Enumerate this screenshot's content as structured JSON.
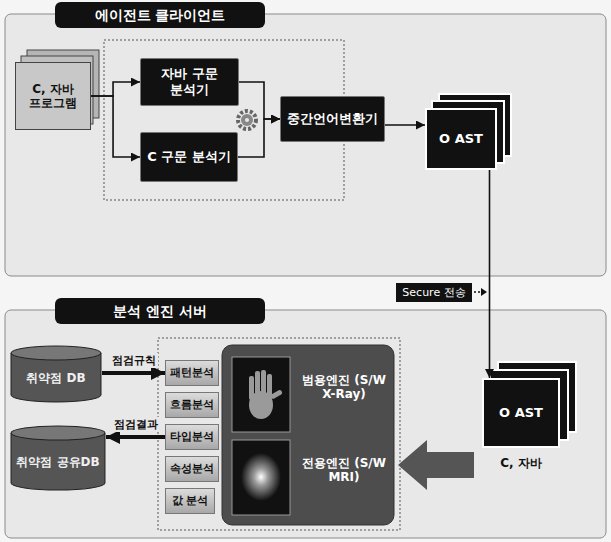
{
  "diagram": {
    "nodes": [
      {
        "text": [
          "에이전트 클라이언트"
        ]
      },
      {
        "text": [
          "C, 자바 프로그램"
        ],
        "in": 0
      },
      {
        "text": [
          "자바 구문 분석기"
        ],
        "in": 0
      },
      {
        "text": [
          "C 구문 분석기"
        ],
        "in": 0
      },
      {
        "text": [
          "중간언어변환기"
        ],
        "in": 0
      },
      {
        "text": [
          "O AST"
        ],
        "in": 0
      },
      {
        "text": [
          "Secure 전송"
        ]
      },
      {
        "text": [
          "분석 엔진 서버"
        ]
      },
      {
        "text": [
          "취약점 DB"
        ],
        "in": 7
      },
      {
        "text": [
          "취약점 공유DB"
        ],
        "in": 7
      },
      {
        "text": [
          "패턴분석"
        ],
        "in": 7
      },
      {
        "text": [
          "흐름분석"
        ],
        "in": 7
      },
      {
        "text": [
          "타입분석"
        ],
        "in": 7
      },
      {
        "text": [
          "속성분석"
        ],
        "in": 7
      },
      {
        "text": [
          "값 분석"
        ],
        "in": 7
      },
      {
        "text": [
          "범용엔진 (S/W X-Ray)"
        ],
        "in": 7
      },
      {
        "text": [
          "전용엔진 (S/W MRI)"
        ],
        "in": 7
      },
      {
        "text": [
          "O AST",
          "C, 자바"
        ],
        "in": 7
      }
    ],
    "edges": [
      {
        "from": 1,
        "to": 2,
        "arrow": "to"
      },
      {
        "from": 1,
        "to": 3,
        "arrow": "to"
      },
      {
        "from": 2,
        "to": 4,
        "arrow": "to"
      },
      {
        "from": 3,
        "to": 4,
        "arrow": "to"
      },
      {
        "from": 4,
        "to": 5,
        "arrow": "to"
      },
      {
        "from": 5,
        "to": 17,
        "arrow": "to"
      },
      {
        "from": 8,
        "to": 10,
        "label": "점검규칙",
        "arrow": "to"
      },
      {
        "from": 12,
        "to": 9,
        "label": "점검결과",
        "arrow": "to"
      }
    ]
  }
}
